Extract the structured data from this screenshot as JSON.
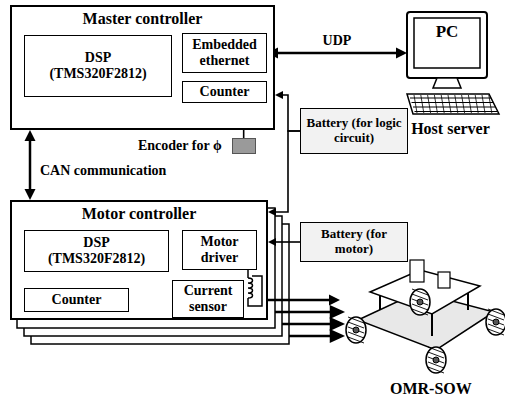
{
  "diagram": {
    "nodes": [
      {
        "text": [
          "Master controller"
        ]
      },
      {
        "text": [
          "DSP (TMS320F2812)"
        ],
        "in": 0
      },
      {
        "text": [
          "Embedded ethernet"
        ],
        "in": 0
      },
      {
        "text": [
          "Counter"
        ],
        "in": 0
      },
      {
        "text": [
          "Encoder for ϕ"
        ]
      },
      {
        "text": [
          "PC",
          "Host server"
        ]
      },
      {
        "text": [
          "Battery (for logic circuit)"
        ]
      },
      {
        "text": [
          "Motor controller"
        ]
      },
      {
        "text": [
          "DSP (TMS320F2812)"
        ],
        "in": 7
      },
      {
        "text": [
          "Motor driver"
        ],
        "in": 7
      },
      {
        "text": [
          "Current sensor"
        ],
        "in": 7
      },
      {
        "text": [
          "Counter"
        ],
        "in": 7
      },
      {
        "text": [
          "Battery (for motor)"
        ]
      },
      {
        "text": [
          "OMR-SOW"
        ]
      }
    ],
    "edges": [
      {
        "from": 1,
        "to": 2,
        "arrow": "both"
      },
      {
        "from": 3,
        "to": 1,
        "arrow": "to"
      },
      {
        "from": 4,
        "to": 3,
        "arrow": "to"
      },
      {
        "from": 2,
        "to": 5,
        "label": "UDP",
        "arrow": "both"
      },
      {
        "from": 0,
        "to": 7,
        "label": "CAN communication",
        "arrow": "both"
      },
      {
        "from": 6,
        "to": 0,
        "arrow": "to"
      },
      {
        "from": 6,
        "to": 7,
        "arrow": "to"
      },
      {
        "from": 12,
        "to": 7,
        "arrow": "to"
      },
      {
        "from": 11,
        "to": 8,
        "arrow": "to"
      },
      {
        "from": 8,
        "to": 9,
        "arrow": "to"
      },
      {
        "from": 10,
        "to": 8,
        "arrow": "to"
      },
      {
        "from": 7,
        "to": 13,
        "arrow": "to"
      }
    ]
  }
}
